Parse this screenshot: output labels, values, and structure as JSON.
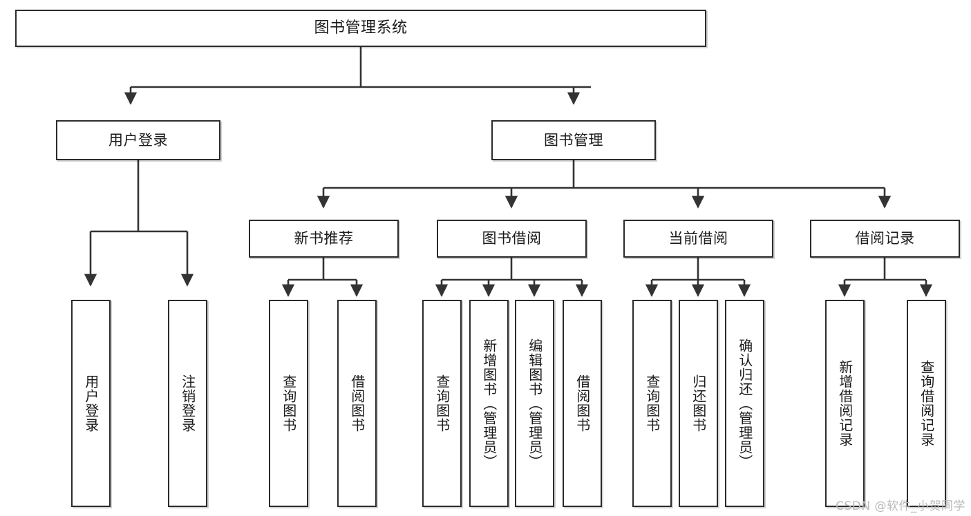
{
  "diagram": {
    "title": "图书管理系统",
    "type": "tree-hierarchy",
    "watermark": "CSDN @软件_小贺同学",
    "colors": {
      "background": "#ffffff",
      "box_border": "#2b2b2b",
      "box_fill": "#ffffff",
      "connector": "#333333",
      "text": "#1a1a1a",
      "watermark": "#b9b9b9"
    },
    "nodes": {
      "root": {
        "label": "图书管理系统"
      },
      "level1": [
        {
          "label": "用户登录"
        },
        {
          "label": "图书管理"
        }
      ],
      "level2": [
        {
          "label": "新书推荐"
        },
        {
          "label": "图书借阅"
        },
        {
          "label": "当前借阅"
        },
        {
          "label": "借阅记录"
        }
      ],
      "leaves": {
        "user_login": [
          {
            "label": "用户登录"
          },
          {
            "label": "注销登录"
          }
        ],
        "new_book": [
          {
            "label": "查询图书"
          },
          {
            "label": "借阅图书"
          }
        ],
        "book_borrow": [
          {
            "label": "查询图书"
          },
          {
            "label": "新增图书（管理员）"
          },
          {
            "label": "编辑图书（管理员）"
          },
          {
            "label": "借阅图书"
          }
        ],
        "current_borrow": [
          {
            "label": "查询图书"
          },
          {
            "label": "归还图书"
          },
          {
            "label": "确认归还（管理员）"
          }
        ],
        "borrow_record": [
          {
            "label": "新增借阅记录"
          },
          {
            "label": "查询借阅记录"
          }
        ]
      }
    }
  }
}
